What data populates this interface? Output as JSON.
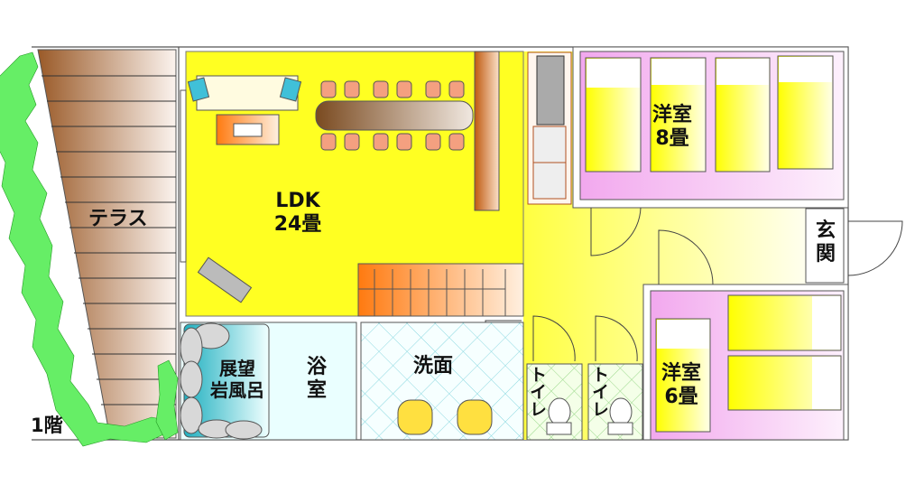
{
  "floor_label": "1階",
  "rooms": {
    "terrace": "テラス",
    "ldk_name": "LDK",
    "ldk_size": "24畳",
    "bedroom1_name": "洋室",
    "bedroom1_size": "8畳",
    "entrance_line1": "玄",
    "entrance_line2": "関",
    "bedroom2_name": "洋室",
    "bedroom2_size": "6畳",
    "bath_line1": "浴",
    "bath_line2": "室",
    "rock_bath_line1": "展望",
    "rock_bath_line2": "岩風呂",
    "washroom": "洗面",
    "toilet1": "トイレ",
    "toilet2": "トイレ"
  },
  "colors": {
    "ldk": "#ffff22",
    "hall": "#ffffa8",
    "bedroom": "#f4b8f0",
    "terrace": "#a0704a",
    "bath": "#30b8c8",
    "ivy": "#44dd44"
  }
}
